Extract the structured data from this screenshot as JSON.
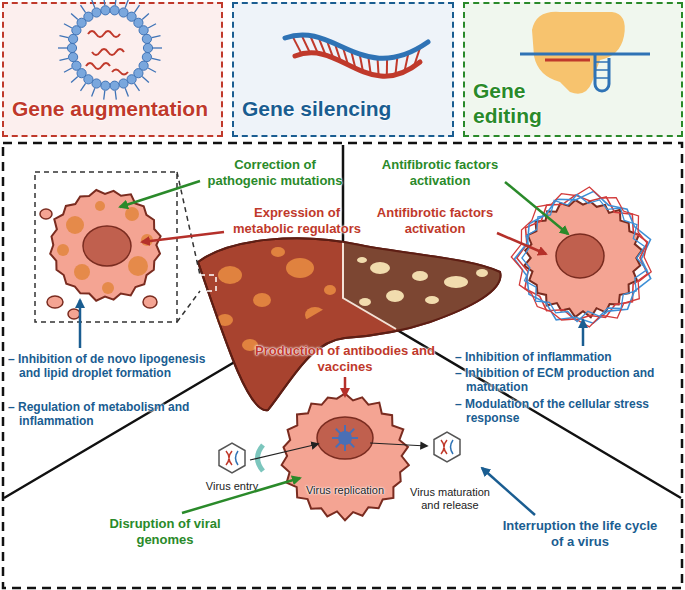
{
  "diagram": {
    "nodes": [
      {
        "text": [
          "Gene augmentation"
        ]
      },
      {
        "text": [
          "Gene silencing"
        ]
      },
      {
        "text": [
          "Gene editing"
        ]
      },
      {
        "text": [
          "Virus replication"
        ]
      }
    ],
    "labels": [
      "Correction of pathogenic mutations",
      "Expression of metabolic regulators",
      "– Inhibition of de novo lipogenesis and lipid droplet formation",
      "– Regulation of metabolism and inflammation",
      "Antifibrotic factors activation",
      "Antifibrotic factors activation",
      "– Inhibition of inflammation",
      "– Inhibition of ECM production and maturation",
      "– Modulation of the cellular stress response",
      "Production of antibodies and vaccines",
      "Virus entry",
      "Virus maturation and release",
      "Interruption the life cycle of a virus",
      "Disruption of viral genomes"
    ]
  }
}
